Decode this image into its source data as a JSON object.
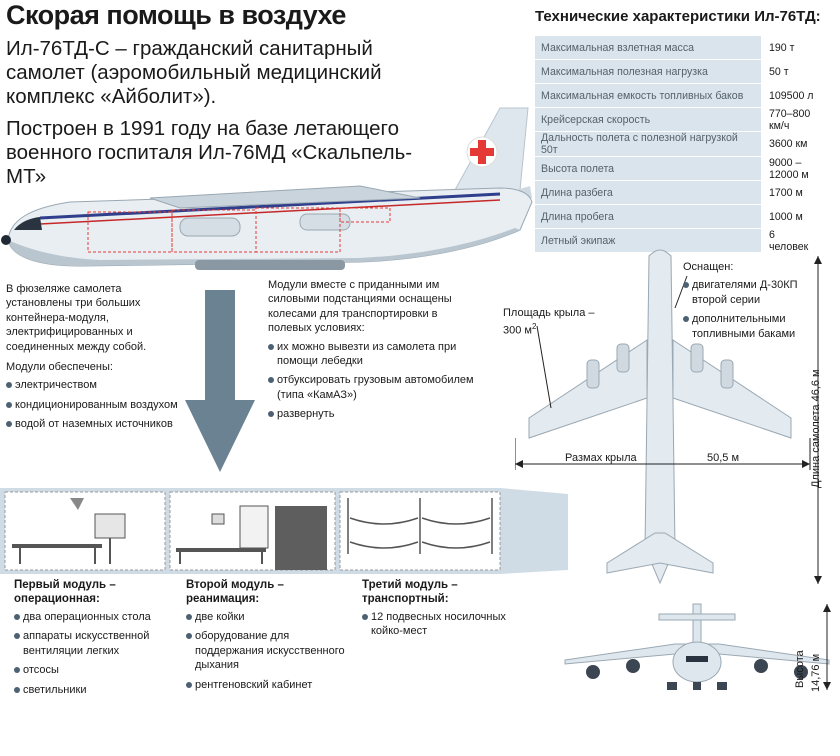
{
  "header": {
    "title": "Скорая помощь в воздухе",
    "intro_line1": "Ил-76ТД-С – гражданский санитарный самолет (аэромобильный медицинский комплекс «Айболит»).",
    "intro_line2": "Построен в 1991 году на базе летающего военного госпиталя Ил-76МД «Скальпель-МТ»"
  },
  "specs": {
    "title": "Технические характеристики Ил-76ТД:",
    "rows": [
      {
        "label": "Максимальная взлетная масса",
        "value": "190 т"
      },
      {
        "label": "Максимальная полезная нагрузка",
        "value": "50 т"
      },
      {
        "label": "Максимальная емкость топливных баков",
        "value": "109500 л"
      },
      {
        "label": "Крейсерская скорость",
        "value": "770–800 км/ч"
      },
      {
        "label": "Дальность полета с полезной нагрузкой 50т",
        "value": "3600 км"
      },
      {
        "label": "Высота полета",
        "value": "9000 – 12000 м"
      },
      {
        "label": "Длина разбега",
        "value": "1700 м"
      },
      {
        "label": "Длина пробега",
        "value": "1000 м"
      },
      {
        "label": "Летный экипаж",
        "value": "6 человек"
      }
    ]
  },
  "fuselage": {
    "text": "В фюзеляже самолета установлены три больших контейнера-модуля, электрифицированных и соединенных между собой.",
    "provided_title": "Модули обеспечены:",
    "provided": [
      "электричеством",
      "кондиционированным воздухом",
      "водой от наземных источников"
    ]
  },
  "modules_info": {
    "text": "Модули вместе с приданными им силовыми подстанциями оснащены колесами для транспортировки в полевых условиях:",
    "items": [
      "их можно вывезти из самолета при помощи лебедки",
      "отбуксировать грузовым автомобилем (типа «КамАЗ»)",
      "развернуть"
    ]
  },
  "modules": [
    {
      "title": "Первый модуль – операционная:",
      "items": [
        "два операционных стола",
        "аппараты искусственной вентиляции легких",
        "отсосы",
        "светильники"
      ]
    },
    {
      "title": "Второй модуль – реанимация:",
      "items": [
        "две койки",
        "оборудование для поддержания искусственного дыхания",
        "рентгеновский кабинет"
      ]
    },
    {
      "title": "Третий модуль – транспортный:",
      "items": [
        "12 подвесных носилочных койко-мест"
      ]
    }
  ],
  "aircraft": {
    "equipped_title": "Оснащен:",
    "equipped": [
      "двигателями Д-30КП второй серии",
      "дополнительными топливными баками"
    ],
    "wing_area_label": "Площадь крыла –",
    "wing_area_value": "300 м",
    "wing_area_sup": "2",
    "wingspan_label": "Размах крыла",
    "wingspan_value": "50,5 м",
    "length_label": "Длина самолета 46,6 м",
    "height_label": "Высота",
    "height_value": "14,76 м"
  },
  "colors": {
    "arrow": "#6b8293",
    "container": "#d0dce5",
    "bullet": "#4d6173",
    "cross": "#e53935",
    "plane_top": "#dfe7ee",
    "stripe": "#2f3f8c"
  }
}
